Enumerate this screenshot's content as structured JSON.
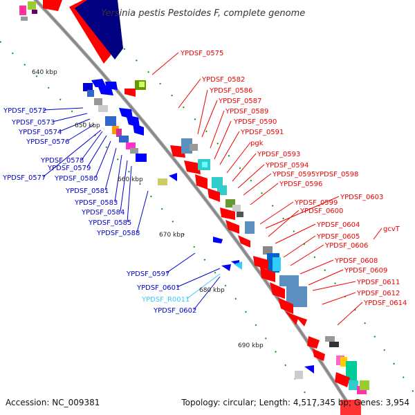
{
  "title": "Yersinia pestis Pestoides F, complete genome",
  "footer": {
    "accession": "Accession: NC_009381",
    "summary": "Topology: circular; Length: 4,517,345 bp; Genes: 3,954"
  },
  "ticks": [
    "640 kbp",
    "650 kbp",
    "660 kbp",
    "670 kbp",
    "680 kbp",
    "690 kbp"
  ],
  "colors": {
    "forward": "#ff0000",
    "reverse": "#0000ff",
    "rna": "#33ccff",
    "backbone": "#999999",
    "dark_blue": "#000080"
  },
  "left_labels": [
    {
      "text": "YPDSF_0572",
      "color": "#0000cc"
    },
    {
      "text": "YPDSF_0573",
      "color": "#0000cc"
    },
    {
      "text": "YPDSF_0574",
      "color": "#0000cc"
    },
    {
      "text": "YPDSF_0576",
      "color": "#0000cc"
    },
    {
      "text": "YPDSF_0578",
      "color": "#0000cc"
    },
    {
      "text": "YPDSF_0579",
      "color": "#0000cc"
    },
    {
      "text": "YPDSF_0577",
      "color": "#0000cc"
    },
    {
      "text": "YPDSF_0580",
      "color": "#0000cc"
    },
    {
      "text": "YPDSF_0581",
      "color": "#0000cc"
    },
    {
      "text": "YPDSF_0583",
      "color": "#0000cc"
    },
    {
      "text": "YPDSF_0584",
      "color": "#0000cc"
    },
    {
      "text": "YPDSF_0585",
      "color": "#0000cc"
    },
    {
      "text": "YPDSF_0588",
      "color": "#0000cc"
    },
    {
      "text": "YPDSF_0597",
      "color": "#0000cc"
    },
    {
      "text": "YPDSF_0601",
      "color": "#0000cc"
    },
    {
      "text": "YPDSF_R0011",
      "color": "#33ccff"
    },
    {
      "text": "YPDSF_0602",
      "color": "#0000cc"
    }
  ],
  "right_labels": [
    {
      "text": "YPDSF_0575",
      "color": "#ee0000"
    },
    {
      "text": "YPDSF_0582",
      "color": "#ee0000"
    },
    {
      "text": "YPDSF_0586",
      "color": "#ee0000"
    },
    {
      "text": "YPDSF_0587",
      "color": "#ee0000"
    },
    {
      "text": "YPDSF_0589",
      "color": "#ee0000"
    },
    {
      "text": "YPDSF_0590",
      "color": "#ee0000"
    },
    {
      "text": "YPDSF_0591",
      "color": "#ee0000"
    },
    {
      "text": "pgk",
      "color": "#ee0000"
    },
    {
      "text": "YPDSF_0593",
      "color": "#ee0000"
    },
    {
      "text": "YPDSF_0594",
      "color": "#ee0000"
    },
    {
      "text": "YPDSF_0595",
      "color": "#ee0000"
    },
    {
      "text": "YPDSF_0598",
      "color": "#ee0000"
    },
    {
      "text": "YPDSF_0596",
      "color": "#ee0000"
    },
    {
      "text": "YPDSF_0603",
      "color": "#ee0000"
    },
    {
      "text": "YPDSF_0599",
      "color": "#ee0000"
    },
    {
      "text": "YPDSF_0600",
      "color": "#ee0000"
    },
    {
      "text": "YPDSF_0604",
      "color": "#ee0000"
    },
    {
      "text": "gcvT",
      "color": "#ee0000"
    },
    {
      "text": "YPDSF_0605",
      "color": "#ee0000"
    },
    {
      "text": "YPDSF_0606",
      "color": "#ee0000"
    },
    {
      "text": "YPDSF_0608",
      "color": "#ee0000"
    },
    {
      "text": "YPDSF_0609",
      "color": "#ee0000"
    },
    {
      "text": "YPDSF_0611",
      "color": "#ee0000"
    },
    {
      "text": "YPDSF_0612",
      "color": "#ee0000"
    },
    {
      "text": "YPDSF_0614",
      "color": "#ee0000"
    }
  ]
}
